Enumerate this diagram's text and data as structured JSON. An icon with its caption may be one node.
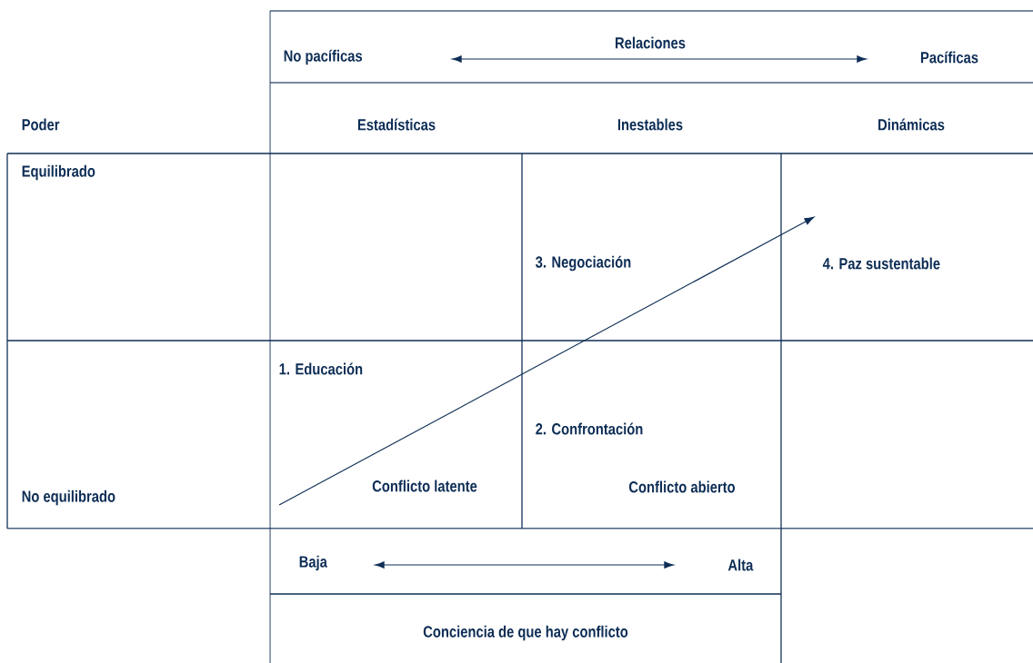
{
  "diagram": {
    "labels": [
      "Relaciones",
      "No pacíficas",
      "Pacíficas",
      "Poder",
      "Estadísticas",
      "Inestables",
      "Dinámicas",
      "Equilibrado",
      "3. Negociación",
      "4. Paz sustentable",
      "1. Educación",
      "2. Confrontación",
      "No equilibrado",
      "Conflicto latente",
      "Conflicto abierto",
      "Baja",
      "Alta",
      "Conciencia de que hay conflicto"
    ]
  }
}
